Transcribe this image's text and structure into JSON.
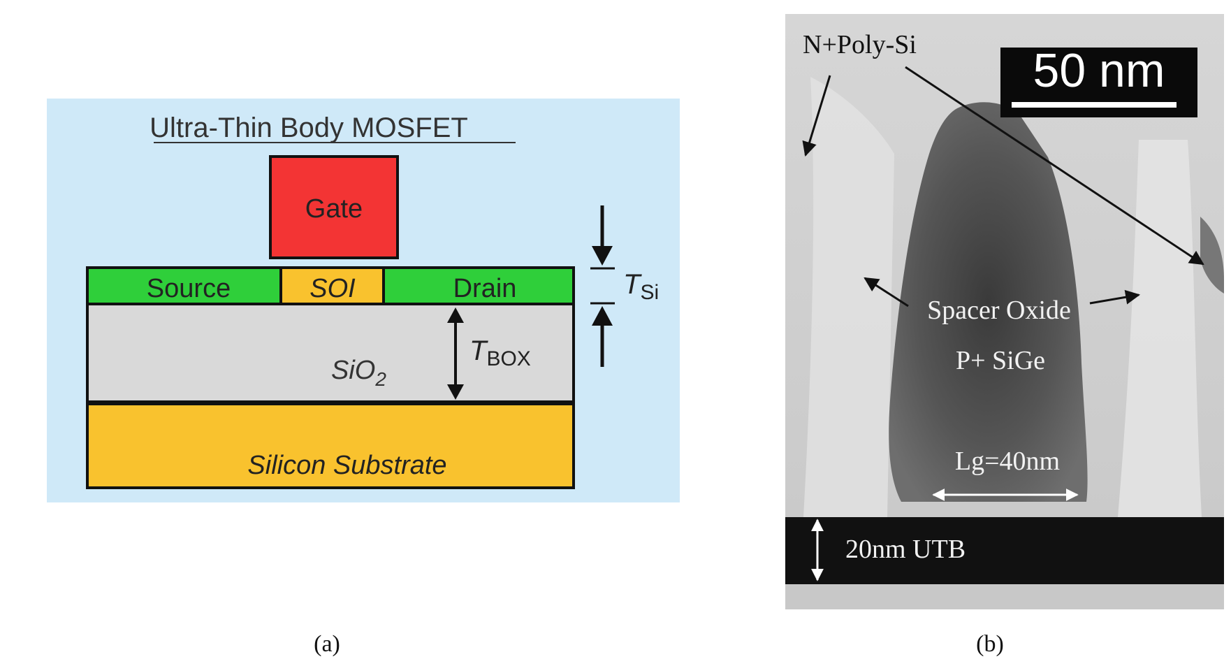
{
  "panel_a": {
    "title": "Ultra-Thin Body MOSFET",
    "gate": "Gate",
    "source": "Source",
    "soi": "SOI",
    "drain": "Drain",
    "oxide": {
      "base": "SiO",
      "sub": "2"
    },
    "substrate": "Silicon Substrate",
    "t_box": {
      "base": "T",
      "sub": "BOX"
    },
    "t_si": {
      "base": "T",
      "sub": "Si"
    },
    "caption": "(a)",
    "colors": {
      "background": "#cfe9f8",
      "gate": "#f33434",
      "source_drain": "#2fcf3a",
      "soi": "#f9c22e",
      "oxide": "#d9d9d9",
      "substrate": "#f9c22e"
    }
  },
  "panel_b": {
    "scale_bar": "50 nm",
    "gate_label": "N+Poly-Si",
    "spacer_label": "Spacer Oxide",
    "body_label": "P+ SiGe",
    "length_label": "Lg=40nm",
    "utb_label": "20nm UTB",
    "caption": "(b)"
  }
}
